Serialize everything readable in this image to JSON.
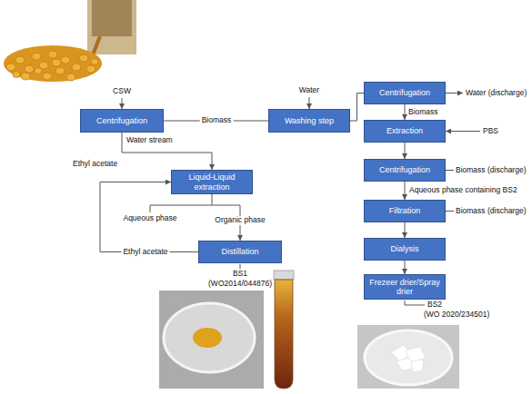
{
  "diagram": {
    "nodes": [
      {
        "text": [
          "Centrifugation"
        ]
      },
      {
        "text": [
          "Washing step"
        ]
      },
      {
        "text": [
          "Centrifugation"
        ]
      },
      {
        "text": [
          "Extraction"
        ]
      },
      {
        "text": [
          "Liquid-Liquid extraction"
        ]
      },
      {
        "text": [
          "Centrifugation"
        ]
      },
      {
        "text": [
          "Filtration"
        ]
      },
      {
        "text": [
          "Dialysis"
        ]
      },
      {
        "text": [
          "Distillation"
        ]
      },
      {
        "text": [
          "Frezeer drier/Spray drier"
        ]
      }
    ],
    "edges": [
      {
        "from": 0,
        "to": 1,
        "label": "Biomass",
        "arrow": "none"
      },
      {
        "from": 1,
        "to": 2,
        "arrow": "none"
      },
      {
        "from": 2,
        "to": 3,
        "label": "Biomass",
        "arrow": "to"
      },
      {
        "from": 3,
        "to": 5,
        "arrow": "to"
      },
      {
        "from": 5,
        "to": 6,
        "label": "Aqueous phase containing BS2",
        "arrow": "to"
      },
      {
        "from": 6,
        "to": 7,
        "arrow": "to"
      },
      {
        "from": 7,
        "to": 9,
        "arrow": "to"
      },
      {
        "from": 0,
        "to": 4,
        "label": "Water stream",
        "arrow": "to"
      },
      {
        "from": 4,
        "to": 8,
        "label": "Organic phase",
        "arrow": "to"
      },
      {
        "from": 8,
        "to": 4,
        "label": "Ethyl acetate",
        "arrow": "to"
      }
    ],
    "labels": [
      "CSW",
      "Water",
      "Water (discharge)",
      "PBS",
      "Biomass (discharge)",
      "Biomass (discharge)",
      "Ethyl acetate",
      "Aqueous phase",
      "BS1",
      "(WO2014/044876)",
      "BS2",
      "(WO 2020/234501)"
    ]
  }
}
